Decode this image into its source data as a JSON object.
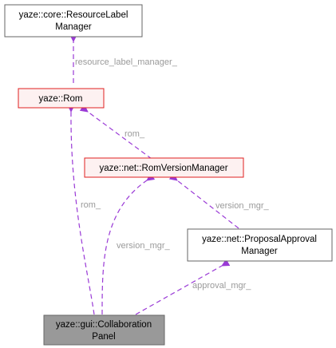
{
  "nodes": {
    "resource_label_manager": {
      "lines": [
        "yaze::core::ResourceLabel",
        "Manager"
      ]
    },
    "rom": {
      "lines": [
        "yaze::Rom"
      ]
    },
    "rom_version_manager": {
      "lines": [
        "yaze::net::RomVersionManager"
      ]
    },
    "proposal_approval_manager": {
      "lines": [
        "yaze::net::ProposalApproval",
        "Manager"
      ]
    },
    "collaboration_panel": {
      "lines": [
        "yaze::gui::Collaboration",
        "Panel"
      ]
    }
  },
  "edges": {
    "resource_label_manager_to_rom": {
      "label": "resource_label_manager_"
    },
    "rom_to_rom_version_manager": {
      "label": "rom_"
    },
    "rom_to_collaboration_panel": {
      "label": "rom_"
    },
    "rom_version_manager_to_collaboration_panel": {
      "label": "version_mgr_"
    },
    "rom_version_manager_to_proposal_approval_manager": {
      "label": "version_mgr_"
    },
    "proposal_approval_manager_to_collaboration_panel": {
      "label": "approval_mgr_"
    }
  },
  "colors": {
    "edge": "#9a3ad6",
    "highlight_border": "#e02020",
    "highlight_fill": "#fdf1f1",
    "selected_fill": "#999999",
    "normal_border": "#666666",
    "label_text": "#9a9a9a"
  }
}
